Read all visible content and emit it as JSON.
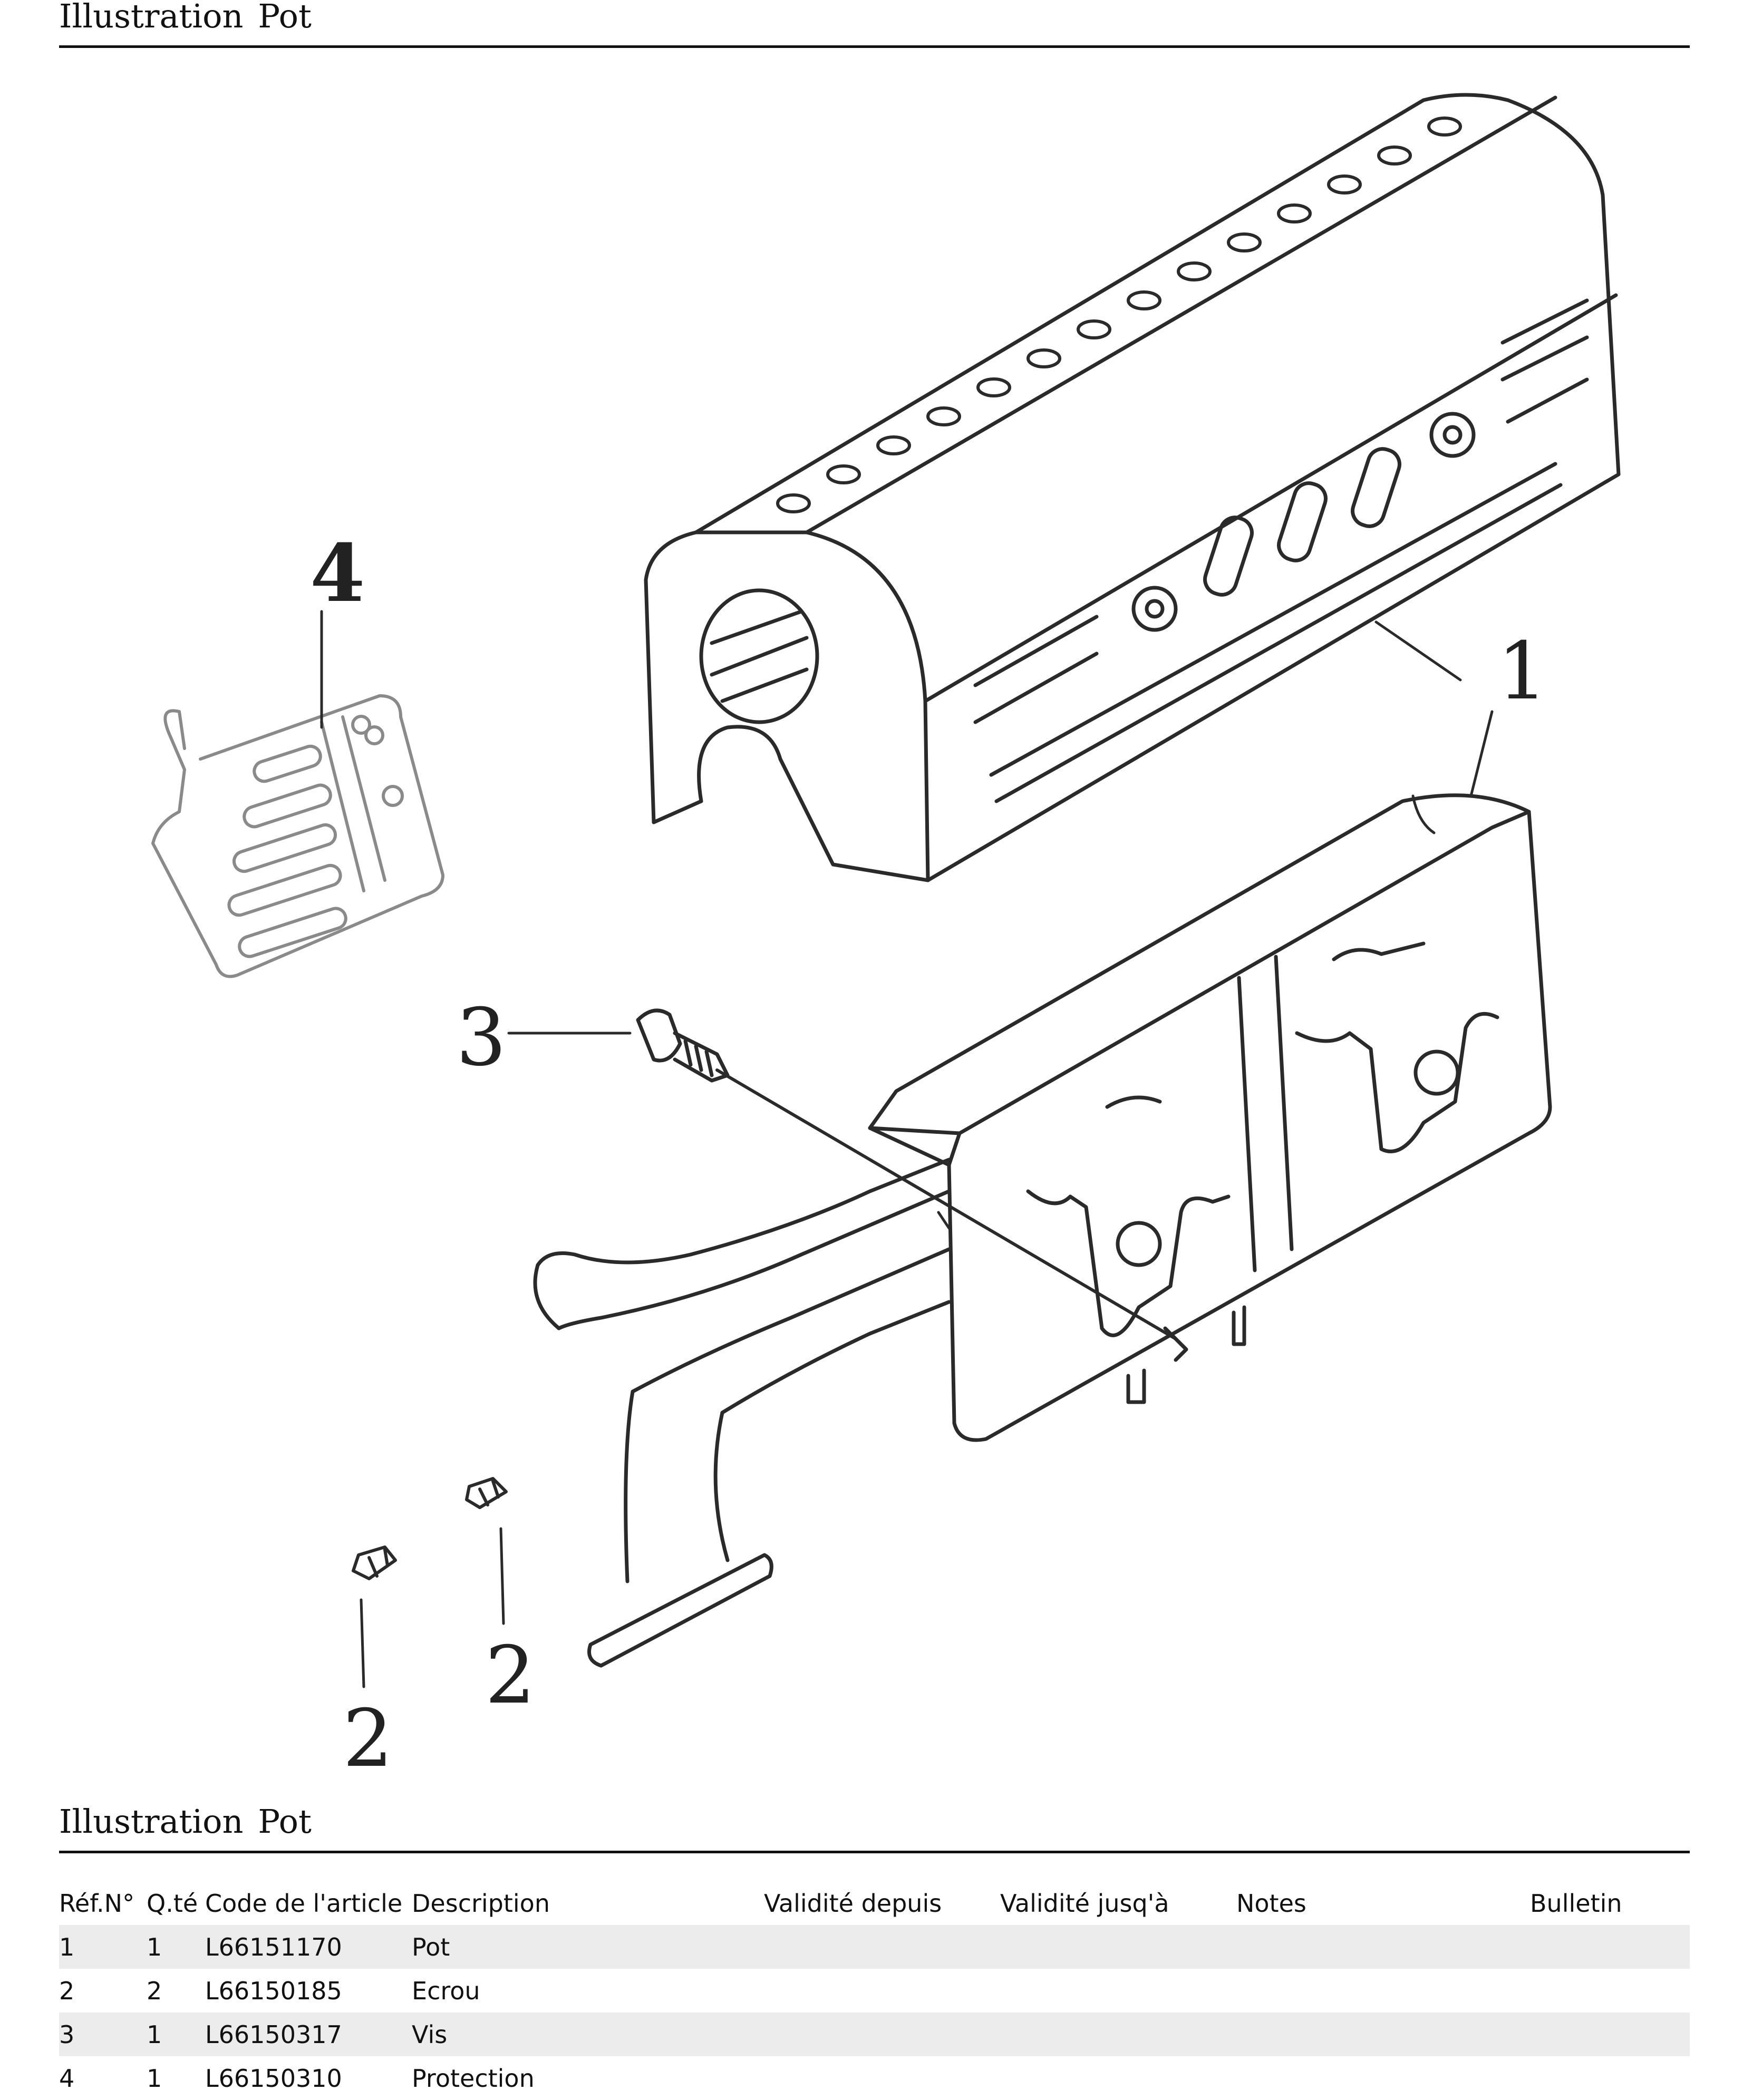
{
  "header": {
    "word1": "Illustration",
    "word2": "Pot"
  },
  "diagram": {
    "callouts": [
      "1",
      "2",
      "2",
      "3",
      "4"
    ]
  },
  "section": {
    "word1": "Illustration",
    "word2": "Pot"
  },
  "table": {
    "columns": [
      "Réf.N°",
      "Q.té",
      "Code de l'article",
      "Description",
      "Validité depuis",
      "Validité jusq'à",
      "Notes",
      "Bulletin"
    ],
    "rows": [
      [
        "1",
        "1",
        "L66151170",
        "Pot",
        "",
        "",
        "",
        ""
      ],
      [
        "2",
        "2",
        "L66150185",
        "Ecrou",
        "",
        "",
        "",
        ""
      ],
      [
        "3",
        "1",
        "L66150317",
        "Vis",
        "",
        "",
        "",
        ""
      ],
      [
        "4",
        "1",
        "L66150310",
        "Protection",
        "",
        "",
        "",
        ""
      ]
    ]
  }
}
